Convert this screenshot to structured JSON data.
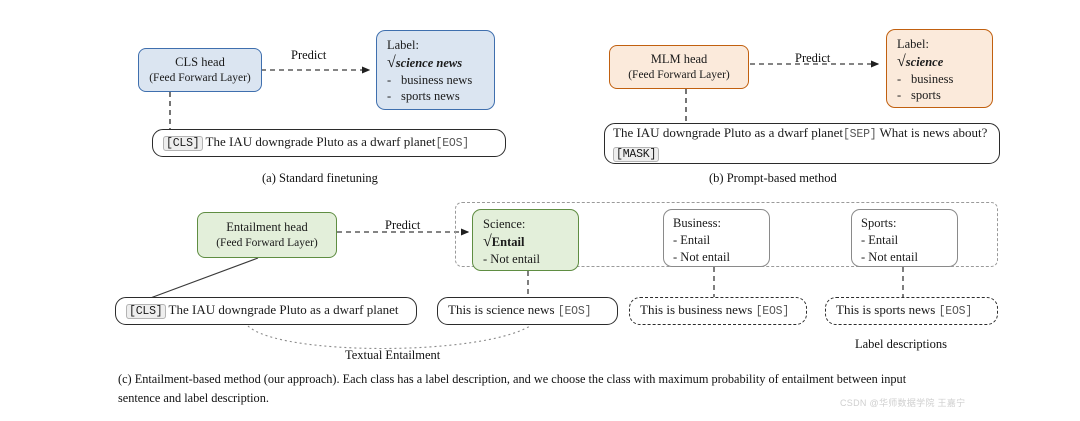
{
  "figure": {
    "title_caption": "(c) Entailment-based method (our approach). Each class has a label description, and we choose the class with maximum probability of entailment between input sentence and label description.",
    "watermark": "CSDN @华师数据学院 王嘉宁"
  },
  "panel_a": {
    "caption": "(a) Standard finetuning",
    "head": {
      "line1": "CLS head",
      "line2": "(Feed Forward Layer)"
    },
    "predict_label": "Predict",
    "label_box": {
      "title": "Label:",
      "checked": "science news",
      "check_mark": "√",
      "options": [
        "business news",
        "sports news"
      ],
      "dash": "-"
    },
    "input": {
      "cls": "[CLS]",
      "text": "The IAU downgrade Pluto as a dwarf planet",
      "eos": "[EOS]"
    }
  },
  "panel_b": {
    "caption": "(b) Prompt-based method",
    "head": {
      "line1": "MLM head",
      "line2": "(Feed Forward Layer)"
    },
    "predict_label": "Predict",
    "label_box": {
      "title": "Label:",
      "checked": "science",
      "check_mark": "√",
      "options": [
        "business",
        "sports"
      ],
      "dash": "-"
    },
    "input": {
      "text": "The IAU downgrade Pluto as a dwarf planet",
      "sep": "[SEP]",
      "prompt": "What is news about?",
      "mask": "[MASK]"
    }
  },
  "panel_c": {
    "caption": "(c) Entailment-based method (our approach). Each class has a label description, and we choose the class with maximum probability of entailment between input sentence and label description.",
    "head": {
      "line1": "Entailment head",
      "line2": "(Feed Forward Layer)"
    },
    "predict_label": "Predict",
    "textual_entailment_label": "Textual Entailment",
    "label_descriptions_label": "Label descriptions",
    "classes": [
      {
        "title": "Science:",
        "check_mark": "√",
        "entail": "Entail",
        "not_entail": "- Not entail",
        "selected": true
      },
      {
        "title": "Business:",
        "entail": "- Entail",
        "not_entail": "- Not entail",
        "selected": false
      },
      {
        "title": "Sports:",
        "entail": "- Entail",
        "not_entail": "- Not entail",
        "selected": false
      }
    ],
    "input": {
      "cls": "[CLS]",
      "text": "The IAU downgrade Pluto as a dwarf planet"
    },
    "hypotheses": [
      {
        "text": "This is science news",
        "eos": "[EOS]",
        "dashed": false
      },
      {
        "text": "This is business news",
        "eos": "[EOS]",
        "dashed": true
      },
      {
        "text": "This is sports news",
        "eos": "[EOS]",
        "dashed": true
      }
    ]
  },
  "colors": {
    "blue_fill": "#dbe5f1",
    "blue_border": "#3f6fae",
    "orange_fill": "#fbeadb",
    "orange_border": "#c1600f",
    "green_fill": "#e3efda",
    "green_border": "#5f8d42",
    "edge": "#3a3a3a"
  }
}
